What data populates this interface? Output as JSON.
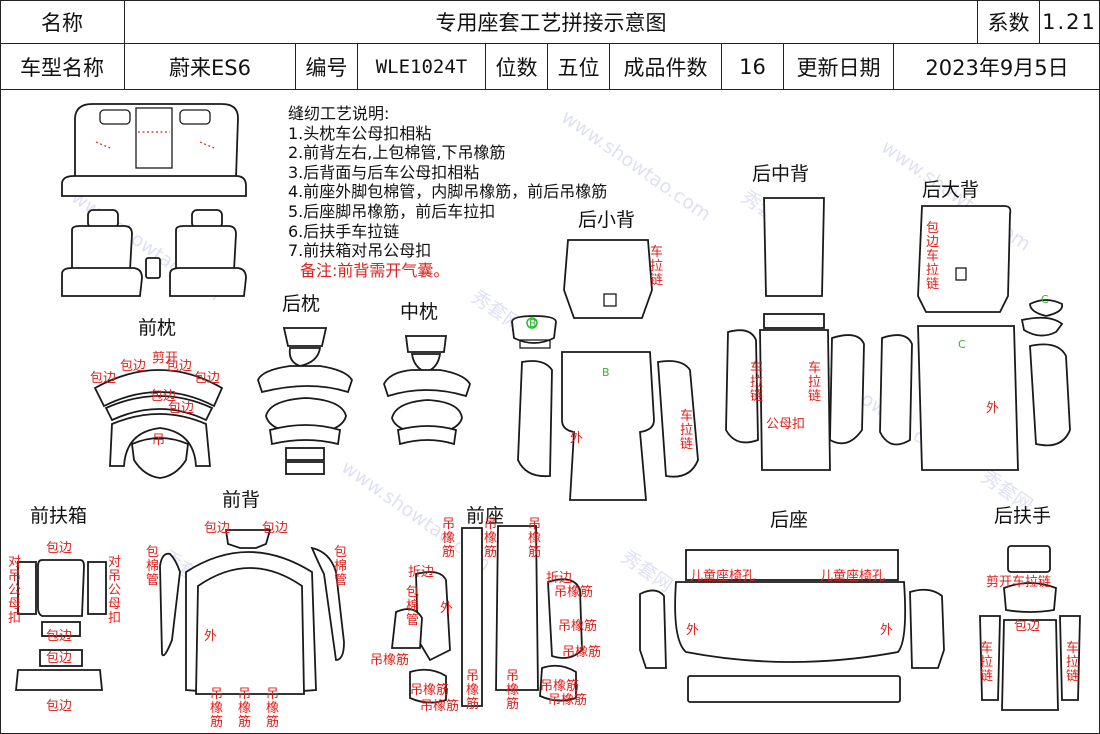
{
  "header": {
    "name_label": "名称",
    "title": "专用座套工艺拼接示意图",
    "coef_label": "系数",
    "coef_value": "1.21",
    "model_label": "车型名称",
    "model_value": "蔚来ES6",
    "code_label": "编号",
    "code_value": "WLE1024T",
    "seats_label": "位数",
    "seats_value": "五位",
    "pieces_label": "成品件数",
    "pieces_value": "16",
    "date_label": "更新日期",
    "date_value": "2023年9月5日"
  },
  "notes": {
    "title": "缝纫工艺说明:",
    "items": [
      "1.头枕车公母扣相粘",
      "2.前背左右,上包棉管,下吊橡筋",
      "3.后背面与后车公母扣相粘",
      "4.前座外脚包棉管，内脚吊橡筋，前后吊橡筋",
      "5.后座脚吊橡筋，前后车拉扣",
      "6.后扶手车拉链",
      "7.前扶箱对吊公母扣"
    ],
    "remark": "备注:前背需开气囊。"
  },
  "sections": {
    "front_headrest": "前枕",
    "rear_headrest": "后枕",
    "middle_headrest": "中枕",
    "rear_small_back": "后小背",
    "rear_middle_back": "后中背",
    "rear_large_back": "后大背",
    "front_armbox": "前扶箱",
    "front_back": "前背",
    "front_seat": "前座",
    "rear_seat": "后座",
    "rear_armrest": "后扶手"
  },
  "labels": {
    "edge": "包边",
    "cut_open": "剪开",
    "hang": "吊",
    "rubber": "吊橡筋",
    "zipper_v": "车拉链",
    "outer": "外",
    "snap": "公母扣",
    "edge_zipper_v": "包边车拉链",
    "edge_tube_v": "包棉管",
    "fold_edge": "折边",
    "child_seat_hole": "儿童座椅孔",
    "cut_zipper": "剪开车拉链",
    "pair_snap_v": "对吊公母扣",
    "green_b": "B",
    "green_c": "C"
  },
  "watermark": {
    "brand": "秀套网",
    "url": "www.showtao.com"
  }
}
